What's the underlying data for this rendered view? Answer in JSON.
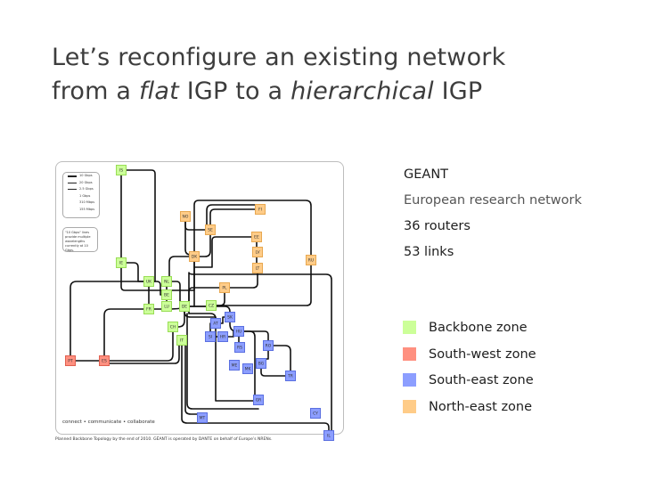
{
  "title": {
    "line1": "Let’s reconfigure an existing network",
    "line2_parts": [
      "from a ",
      "flat",
      " IGP to a ",
      "hierarchical",
      " IGP"
    ]
  },
  "info": {
    "name": "GEANT",
    "description": "European research network",
    "routers": "36 routers",
    "links": "53 links"
  },
  "legend": [
    {
      "label": "Backbone zone",
      "color": "#ccff99"
    },
    {
      "label": "South-west zone",
      "color": "#ff9080"
    },
    {
      "label": "South-east zone",
      "color": "#8c9eff"
    },
    {
      "label": "North-east zone",
      "color": "#ffcc88"
    }
  ],
  "map": {
    "tagline": "connect • communicate • collaborate",
    "caption": "Planned Backbone Topology by the end of 2010. GÉANT is operated by DANTE on behalf of Europe’s NRENs.",
    "bandwidth_legend": [
      "10 Gbps",
      "20 Gbps",
      "2.5 Gbps",
      "1 Gbps",
      "310 Mbps",
      "155 Mbps"
    ],
    "note": "\"10 Gbps\" lines provide multiple wavelengths currently at 10 Gbps.",
    "zone_colors": {
      "backbone": {
        "fill": "#ccff99",
        "stroke": "#99dd55"
      },
      "southwest": {
        "fill": "#ff9080",
        "stroke": "#e06050"
      },
      "southeast": {
        "fill": "#8c9eff",
        "stroke": "#5a6fe0"
      },
      "northeast": {
        "fill": "#ffcc88",
        "stroke": "#e8a850"
      }
    },
    "nodes": [
      {
        "id": "IS",
        "zone": "backbone"
      },
      {
        "id": "NO",
        "zone": "northeast"
      },
      {
        "id": "SE",
        "zone": "northeast"
      },
      {
        "id": "FI",
        "zone": "northeast"
      },
      {
        "id": "DK",
        "zone": "northeast"
      },
      {
        "id": "EE",
        "zone": "northeast"
      },
      {
        "id": "LV",
        "zone": "northeast"
      },
      {
        "id": "LT",
        "zone": "northeast"
      },
      {
        "id": "RU",
        "zone": "northeast"
      },
      {
        "id": "PL",
        "zone": "northeast"
      },
      {
        "id": "IE",
        "zone": "backbone"
      },
      {
        "id": "UK",
        "zone": "backbone"
      },
      {
        "id": "NL",
        "zone": "backbone"
      },
      {
        "id": "BE",
        "zone": "backbone"
      },
      {
        "id": "LU",
        "zone": "backbone"
      },
      {
        "id": "FR",
        "zone": "backbone"
      },
      {
        "id": "DE",
        "zone": "backbone"
      },
      {
        "id": "CZ",
        "zone": "backbone"
      },
      {
        "id": "CH",
        "zone": "backbone"
      },
      {
        "id": "IT",
        "zone": "backbone"
      },
      {
        "id": "PT",
        "zone": "southwest"
      },
      {
        "id": "ES",
        "zone": "southwest"
      },
      {
        "id": "SK",
        "zone": "southeast"
      },
      {
        "id": "AT",
        "zone": "southeast"
      },
      {
        "id": "SI",
        "zone": "southeast"
      },
      {
        "id": "HR",
        "zone": "southeast"
      },
      {
        "id": "HU",
        "zone": "southeast"
      },
      {
        "id": "RS",
        "zone": "southeast"
      },
      {
        "id": "RO",
        "zone": "southeast"
      },
      {
        "id": "BG",
        "zone": "southeast"
      },
      {
        "id": "TR",
        "zone": "southeast"
      },
      {
        "id": "ME",
        "zone": "southeast"
      },
      {
        "id": "MK",
        "zone": "southeast"
      },
      {
        "id": "GR",
        "zone": "southeast"
      },
      {
        "id": "MT",
        "zone": "southeast"
      },
      {
        "id": "CY",
        "zone": "southeast"
      },
      {
        "id": "IL",
        "zone": "southeast"
      }
    ]
  }
}
